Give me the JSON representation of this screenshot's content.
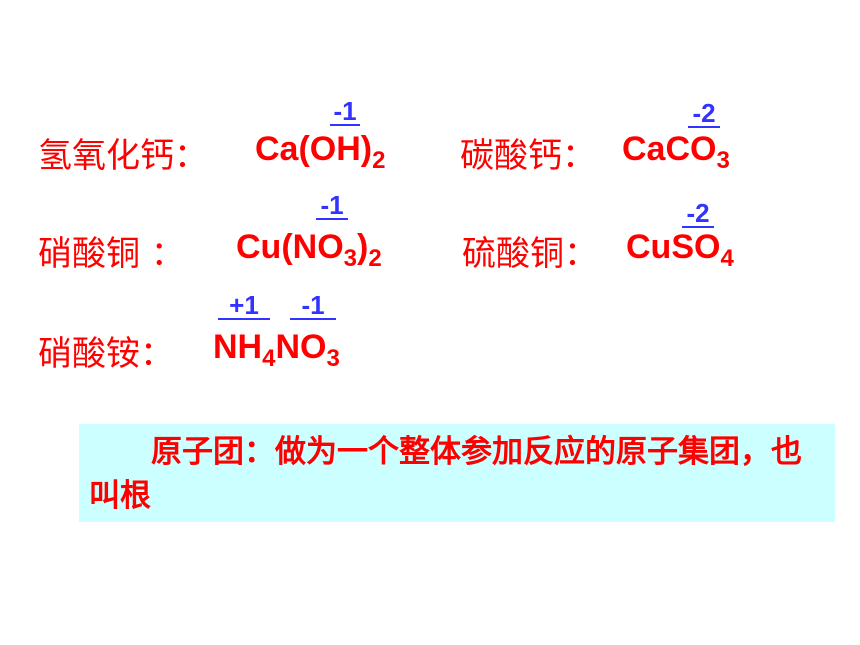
{
  "rows": [
    {
      "left_label": "氢氧化钙：",
      "left_formula": {
        "pre": "Ca(OH)",
        "sub": "2"
      },
      "left_charge": "-1",
      "right_label": "碳酸钙：",
      "right_formula": {
        "pre": "CaCO",
        "sub": "3"
      },
      "right_charge": "-2"
    },
    {
      "left_label": "硝酸铜 ：",
      "left_formula": {
        "pre": "Cu(NO",
        "sub1": "3",
        "mid": ")",
        "sub2": "2"
      },
      "left_charge": "-1",
      "right_label": "硫酸铜：",
      "right_formula": {
        "pre": "CuSO",
        "sub": "4"
      },
      "right_charge": "-2"
    },
    {
      "left_label": "硝酸铵：",
      "left_formula": {
        "pre": "NH",
        "sub1": "4",
        "mid": "NO",
        "sub2": "3"
      },
      "charge_a": "+1",
      "charge_b": "-1"
    }
  ],
  "note": {
    "text": "　　原子团：做为一个整体参加反应的原子集团，也叫根"
  },
  "colors": {
    "label_text": "#ff0000",
    "charge_text": "#3333ff",
    "note_background": "#ccffff"
  }
}
